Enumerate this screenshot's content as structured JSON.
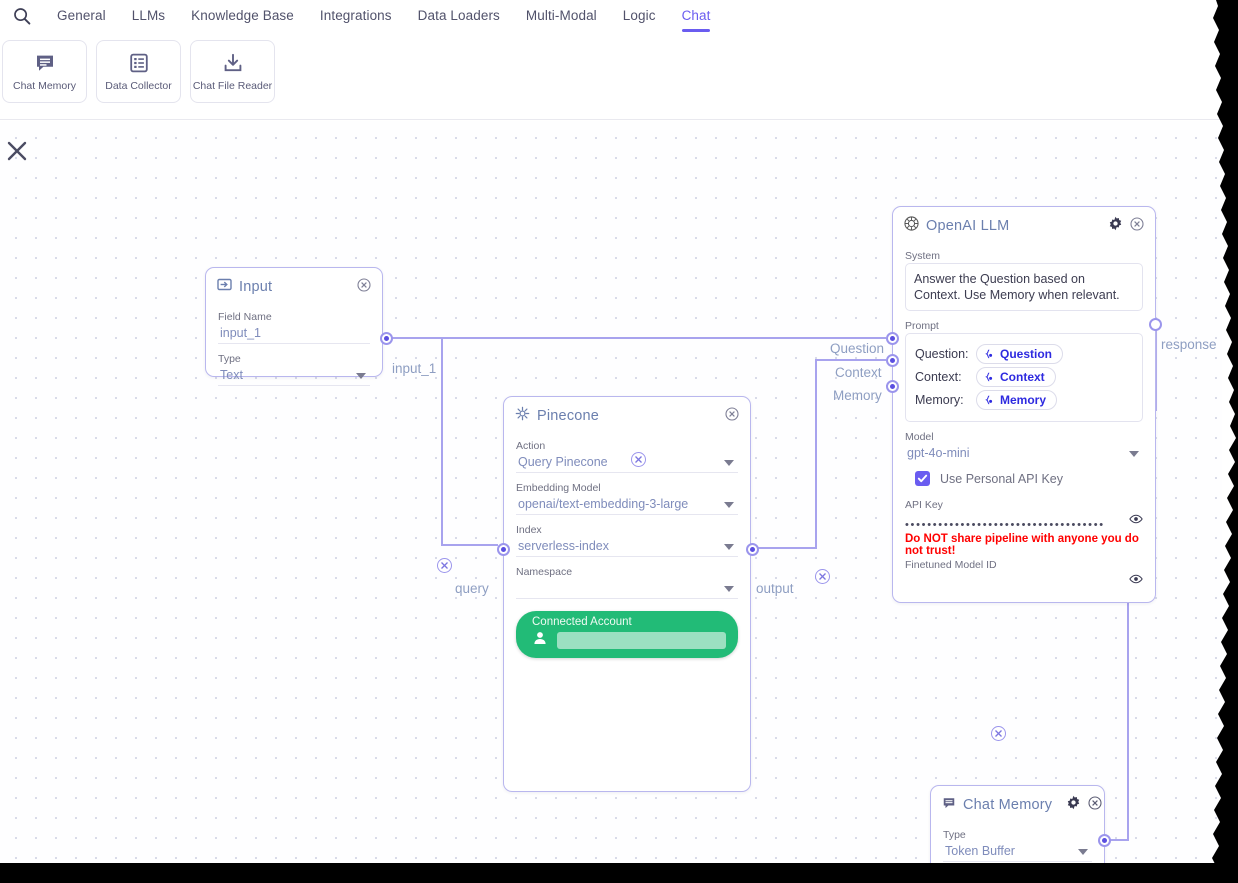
{
  "nav": {
    "search_icon": "search-icon",
    "tabs": [
      {
        "label": "General",
        "active": false
      },
      {
        "label": "LLMs",
        "active": false
      },
      {
        "label": "Knowledge Base",
        "active": false
      },
      {
        "label": "Integrations",
        "active": false
      },
      {
        "label": "Data Loaders",
        "active": false
      },
      {
        "label": "Multi-Modal",
        "active": false
      },
      {
        "label": "Logic",
        "active": false
      },
      {
        "label": "Chat",
        "active": true
      }
    ],
    "accent_color": "#6a5cf0"
  },
  "palette": {
    "tiles": [
      {
        "label": "Chat Memory",
        "icon": "chat-bubble-icon"
      },
      {
        "label": "Data Collector",
        "icon": "list-grid-icon"
      },
      {
        "label": "Chat File Reader",
        "icon": "download-file-icon"
      }
    ]
  },
  "canvas": {
    "close_icon": "close-canvas-icon",
    "node_border_color": "#b9b7ee",
    "handle_color": "#5b4fe0"
  },
  "nodes": {
    "input": {
      "title": "Input",
      "icon": "input-arrow-icon",
      "close_icon": "close-icon",
      "fields": [
        {
          "label": "Field Name",
          "value": "input_1",
          "type": "text"
        },
        {
          "label": "Type",
          "value": "Text",
          "type": "select"
        }
      ],
      "output_handle_label": "input_1"
    },
    "pinecone": {
      "title": "Pinecone",
      "icon": "pinecone-icon",
      "close_icon": "close-icon",
      "fields": [
        {
          "label": "Action",
          "value": "Query Pinecone",
          "type": "select"
        },
        {
          "label": "Embedding Model",
          "value": "openai/text-embedding-3-large",
          "type": "select"
        },
        {
          "label": "Index",
          "value": "serverless-index",
          "type": "select"
        },
        {
          "label": "Namespace",
          "value": "",
          "type": "select"
        }
      ],
      "connected_account": {
        "title": "Connected Account",
        "value": "",
        "icon": "person-icon",
        "color": "#22bb77"
      },
      "input_handle_label": "query",
      "output_handle_label": "output"
    },
    "openai": {
      "title": "OpenAI LLM",
      "icon": "openai-icon",
      "gear_icon": "gear-icon",
      "close_icon": "close-icon",
      "system_label": "System",
      "system_value": "Answer the Question based on Context. Use Memory when relevant.",
      "prompt_label": "Prompt",
      "prompt_rows": [
        {
          "key": "Question:",
          "chip": "Question"
        },
        {
          "key": "Context:",
          "chip": "Context"
        },
        {
          "key": "Memory:",
          "chip": "Memory"
        }
      ],
      "model_label": "Model",
      "model_value": "gpt-4o-mini",
      "personal_key_label": "Use Personal API Key",
      "personal_key_checked": true,
      "api_key_label": "API Key",
      "api_key_value": "••••••••••••••••••••••••••••••••••••",
      "warning": "Do NOT share pipeline with anyone you do not trust!",
      "finetuned_label": "Finetuned Model ID",
      "finetuned_value": "",
      "eye_icon": "eye-icon",
      "input_handle_labels": [
        "Question",
        "Context",
        "Memory"
      ],
      "output_handle_label": "response",
      "warning_color": "#ff0000"
    },
    "chat_memory": {
      "title": "Chat Memory",
      "icon": "chat-bubble-icon",
      "gear_icon": "gear-icon",
      "close_icon": "close-icon",
      "fields": [
        {
          "label": "Type",
          "value": "Token Buffer",
          "type": "select"
        }
      ],
      "output_handle_label": ""
    }
  },
  "edges": {
    "delete_icon": "edge-delete-icon",
    "list": [
      {
        "from": "input.output",
        "to": "openai.Question"
      },
      {
        "from": "input.output",
        "to": "pinecone.query"
      },
      {
        "from": "pinecone.output",
        "to": "openai.Context"
      },
      {
        "from": "chat_memory.output",
        "to": "openai.Memory"
      }
    ]
  }
}
